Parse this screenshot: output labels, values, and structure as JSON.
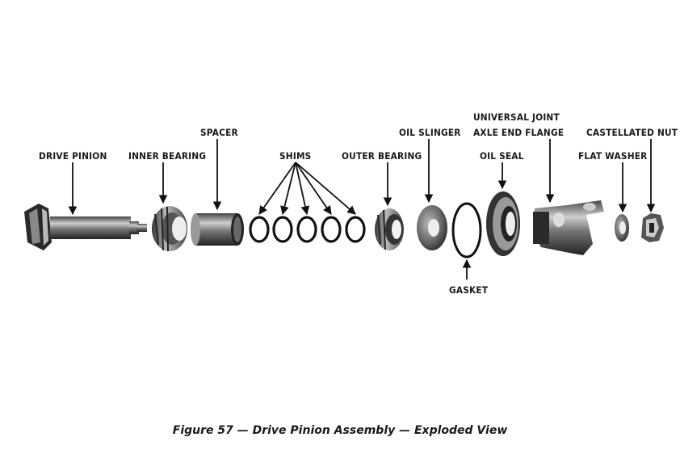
{
  "diagram": {
    "labels": {
      "drive_pinion": "DRIVE PINION",
      "inner_bearing": "INNER BEARING",
      "spacer": "SPACER",
      "shims": "SHIMS",
      "outer_bearing": "OUTER BEARING",
      "oil_slinger": "OIL SLINGER",
      "universal_joint_line1": "UNIVERSAL JOINT",
      "universal_joint_line2": "AXLE END FLANGE",
      "oil_seal": "OIL SEAL",
      "flat_washer": "FLAT WASHER",
      "castellated_nut": "CASTELLATED NUT",
      "gasket": "GASKET"
    },
    "caption": "Figure 57 — Drive Pinion Assembly — Exploded View"
  }
}
